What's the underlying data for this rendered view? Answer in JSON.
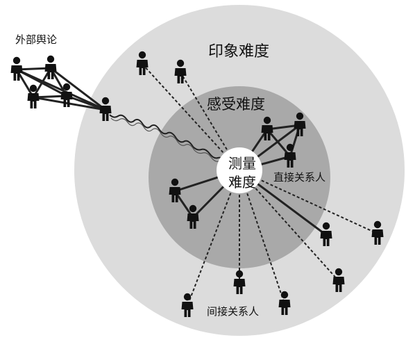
{
  "rings": {
    "outer_label": "印象难度",
    "middle_label": "感受难度",
    "center_label_line1": "测量",
    "center_label_line2": "难度"
  },
  "groups": {
    "external_label": "外部舆论",
    "direct_label": "直接关系人",
    "indirect_label": "间接关系人"
  },
  "colors": {
    "outer_ring": "#dcdcdc",
    "middle_ring": "#a9a9a9",
    "center": "#ffffff",
    "figures": "#111111"
  },
  "icons": [
    "person-icon"
  ]
}
